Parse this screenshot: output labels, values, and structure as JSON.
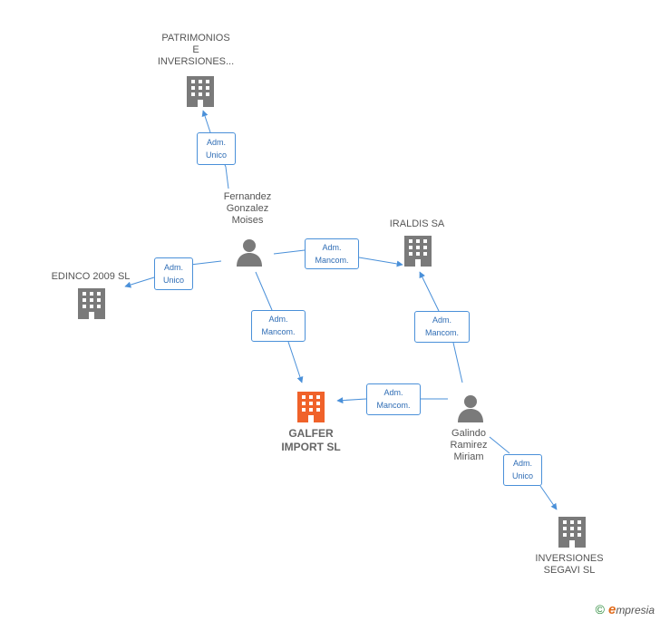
{
  "nodes": {
    "patrimonios": {
      "lines": [
        "PATRIMONIOS",
        "E",
        "INVERSIONES..."
      ],
      "kind": "company"
    },
    "fernandez": {
      "lines": [
        "Fernandez",
        "Gonzalez",
        "Moises"
      ],
      "kind": "person"
    },
    "iraldis": {
      "lines": [
        "IRALDIS SA"
      ],
      "kind": "company"
    },
    "edinco": {
      "lines": [
        "EDINCO 2009 SL"
      ],
      "kind": "company"
    },
    "galfer": {
      "lines": [
        "GALFER",
        "IMPORT SL"
      ],
      "kind": "company-main"
    },
    "galindo": {
      "lines": [
        "Galindo",
        "Ramirez",
        "Miriam"
      ],
      "kind": "person"
    },
    "segavi": {
      "lines": [
        "INVERSIONES",
        "SEGAVI SL"
      ],
      "kind": "company"
    }
  },
  "edges": {
    "fern_patrimonios": {
      "lines": [
        "Adm.",
        "Unico"
      ]
    },
    "fern_edinco": {
      "lines": [
        "Adm.",
        "Unico"
      ]
    },
    "fern_iraldis": {
      "lines": [
        "Adm.",
        "Mancom."
      ]
    },
    "fern_galfer": {
      "lines": [
        "Adm.",
        "Mancom."
      ]
    },
    "galindo_iraldis": {
      "lines": [
        "Adm.",
        "Mancom."
      ]
    },
    "galindo_galfer": {
      "lines": [
        "Adm.",
        "Mancom."
      ]
    },
    "galindo_segavi": {
      "lines": [
        "Adm.",
        "Unico"
      ]
    }
  },
  "colors": {
    "edge": "#4a90d9",
    "company_icon": "#7a7a7a",
    "main_company_icon": "#f0622a",
    "person_icon": "#7a7a7a"
  },
  "footer": {
    "copyright": "©",
    "brand_first": "e",
    "brand_rest": "mpresia"
  }
}
